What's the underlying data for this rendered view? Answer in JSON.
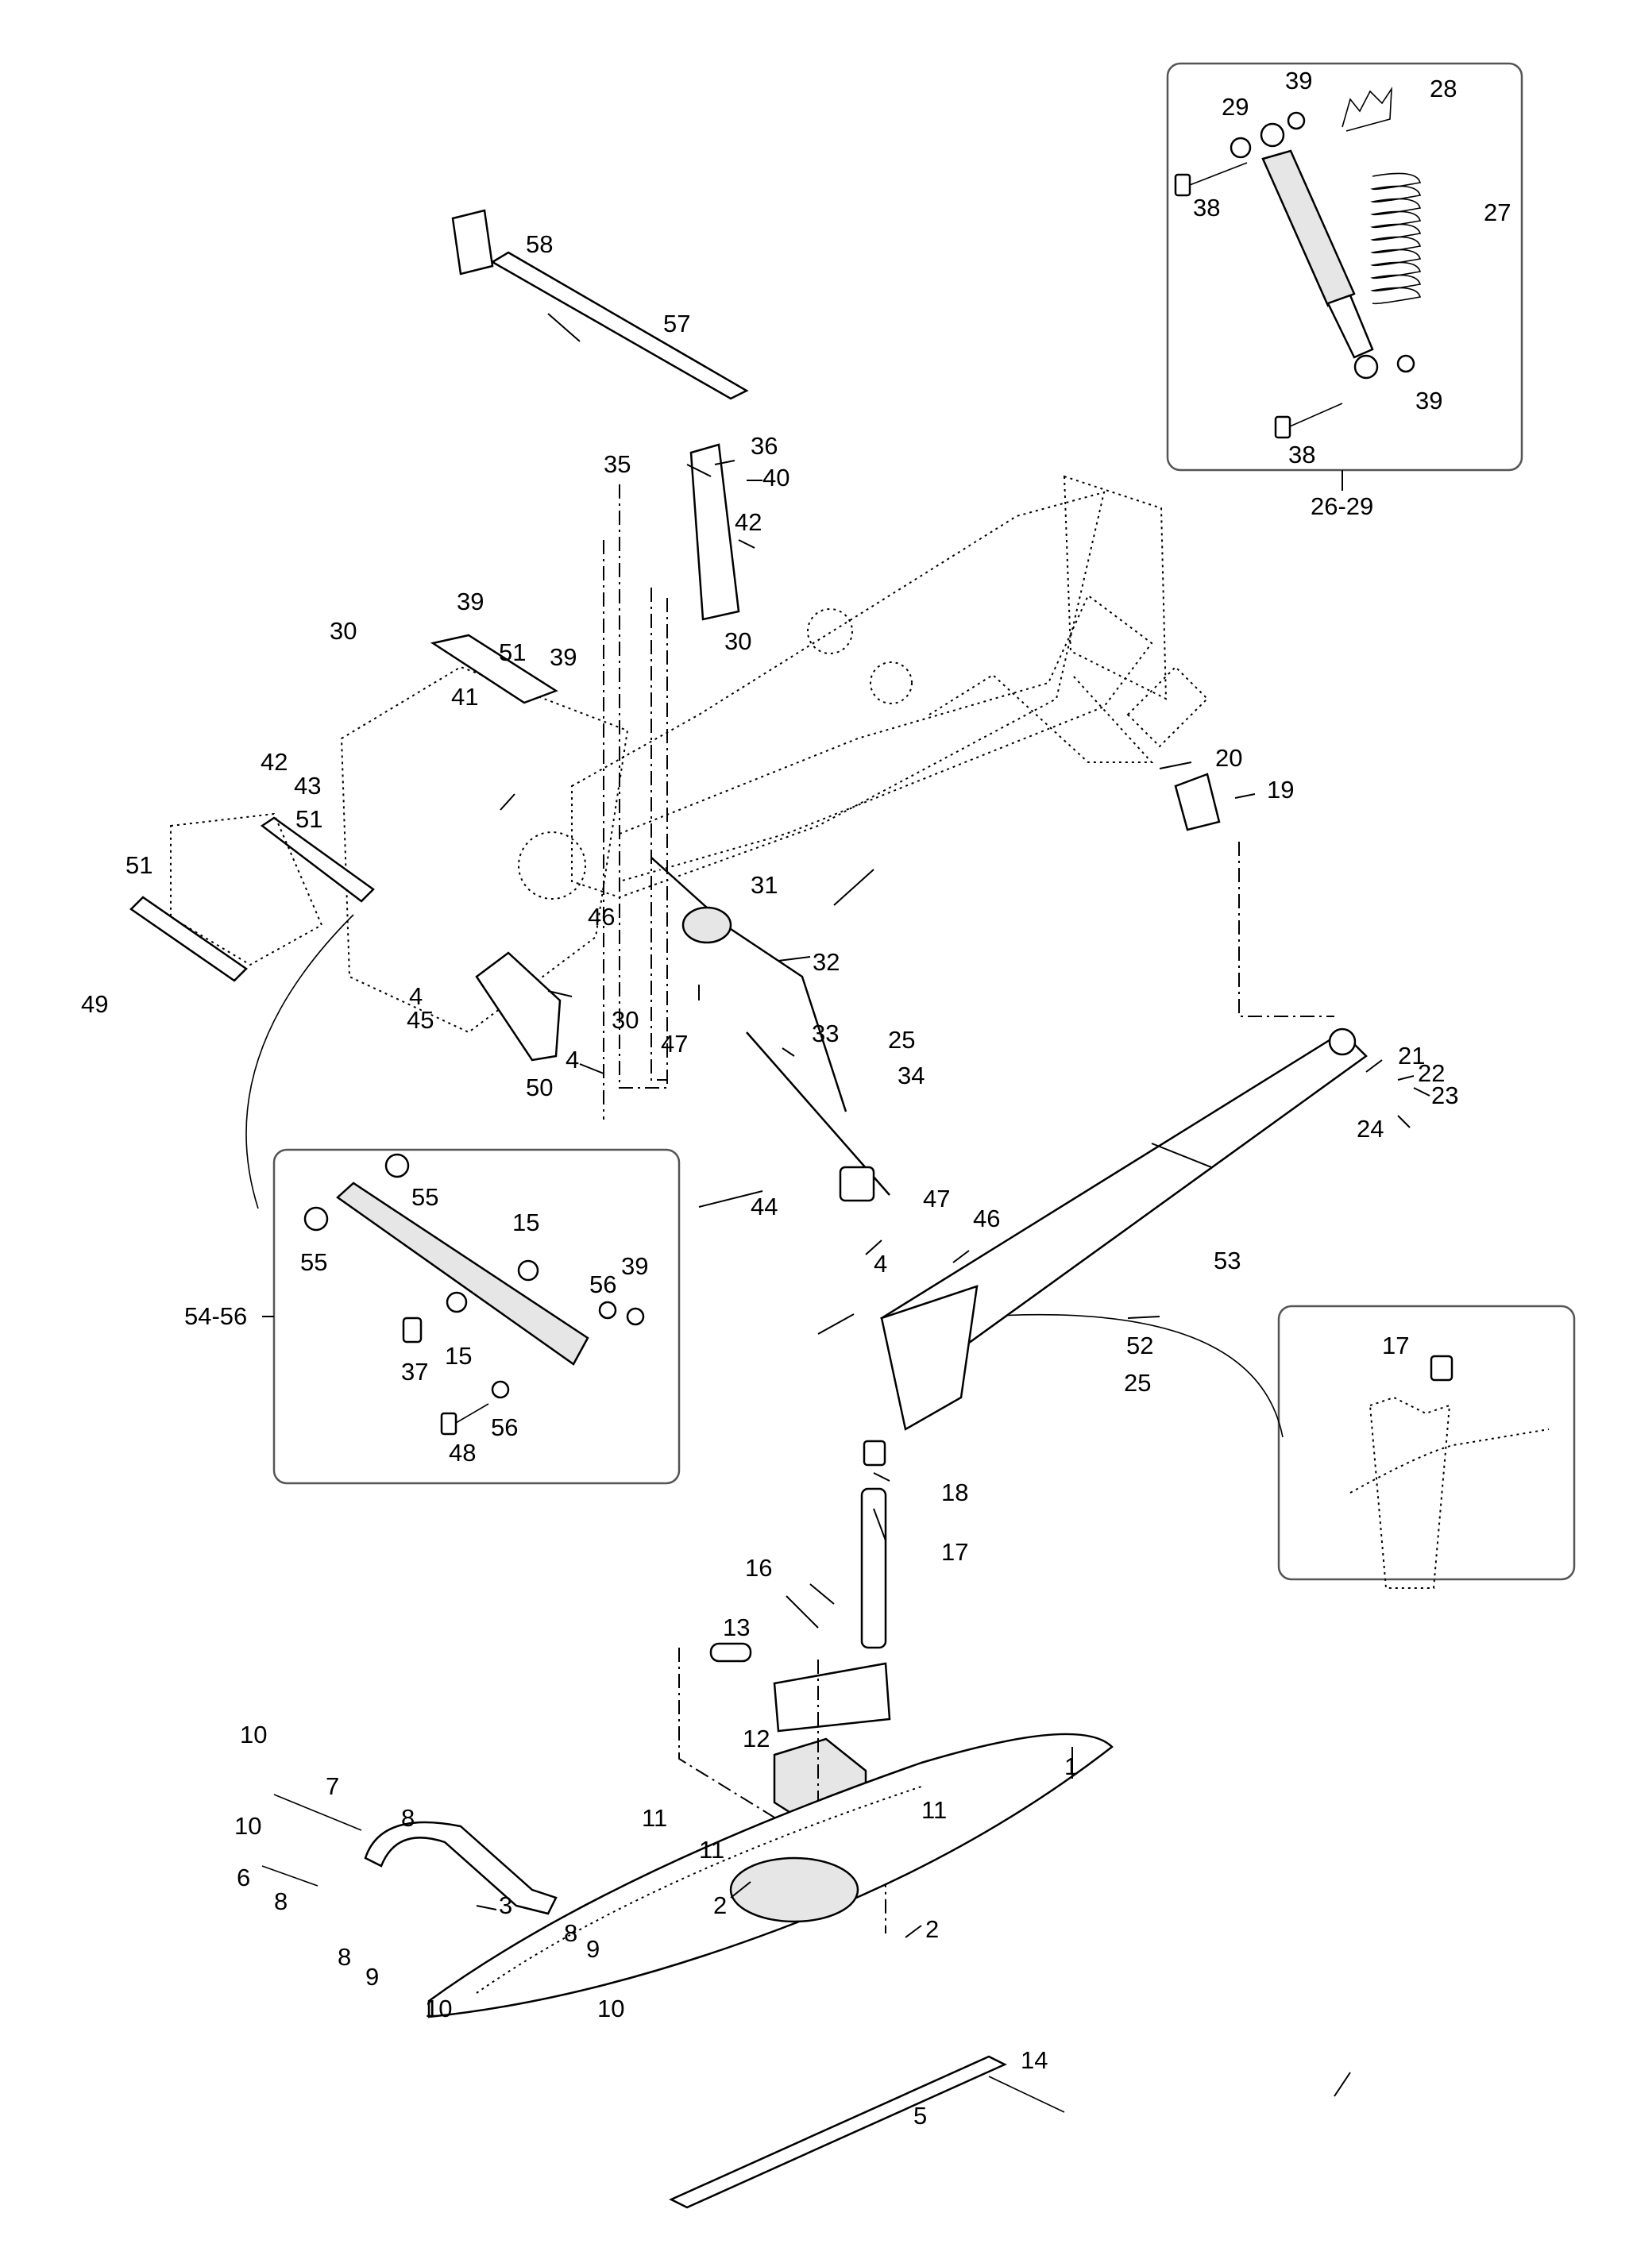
{
  "diagram": {
    "inset_shock_group": "26-29",
    "inset_link_group": "54-56"
  },
  "callouts": [
    {
      "id": "c1",
      "label": "1"
    },
    {
      "id": "c2a",
      "label": "2"
    },
    {
      "id": "c2b",
      "label": "2"
    },
    {
      "id": "c3",
      "label": "3"
    },
    {
      "id": "c4a",
      "label": "4"
    },
    {
      "id": "c4b",
      "label": "4"
    },
    {
      "id": "c4c",
      "label": "4"
    },
    {
      "id": "c5",
      "label": "5"
    },
    {
      "id": "c6",
      "label": "6"
    },
    {
      "id": "c7",
      "label": "7"
    },
    {
      "id": "c8a",
      "label": "8"
    },
    {
      "id": "c8b",
      "label": "8"
    },
    {
      "id": "c8c",
      "label": "8"
    },
    {
      "id": "c8d",
      "label": "8"
    },
    {
      "id": "c9a",
      "label": "9"
    },
    {
      "id": "c9b",
      "label": "9"
    },
    {
      "id": "c10a",
      "label": "10"
    },
    {
      "id": "c10b",
      "label": "10"
    },
    {
      "id": "c10c",
      "label": "10"
    },
    {
      "id": "c10d",
      "label": "10"
    },
    {
      "id": "c11a",
      "label": "11"
    },
    {
      "id": "c11b",
      "label": "11"
    },
    {
      "id": "c11c",
      "label": "11"
    },
    {
      "id": "c12",
      "label": "12"
    },
    {
      "id": "c13",
      "label": "13"
    },
    {
      "id": "c14",
      "label": "14"
    },
    {
      "id": "c15a",
      "label": "15"
    },
    {
      "id": "c15b",
      "label": "15"
    },
    {
      "id": "c16",
      "label": "16"
    },
    {
      "id": "c17a",
      "label": "17"
    },
    {
      "id": "c17b",
      "label": "17"
    },
    {
      "id": "c18",
      "label": "18"
    },
    {
      "id": "c19",
      "label": "19"
    },
    {
      "id": "c20",
      "label": "20"
    },
    {
      "id": "c21",
      "label": "21"
    },
    {
      "id": "c22",
      "label": "22"
    },
    {
      "id": "c23",
      "label": "23"
    },
    {
      "id": "c24",
      "label": "24"
    },
    {
      "id": "c25a",
      "label": "25"
    },
    {
      "id": "c25b",
      "label": "25"
    },
    {
      "id": "c27",
      "label": "27"
    },
    {
      "id": "c28",
      "label": "28"
    },
    {
      "id": "c29",
      "label": "29"
    },
    {
      "id": "c30a",
      "label": "30"
    },
    {
      "id": "c30b",
      "label": "30"
    },
    {
      "id": "c30c",
      "label": "30"
    },
    {
      "id": "c31",
      "label": "31"
    },
    {
      "id": "c32",
      "label": "32"
    },
    {
      "id": "c33",
      "label": "33"
    },
    {
      "id": "c34",
      "label": "34"
    },
    {
      "id": "c35",
      "label": "35"
    },
    {
      "id": "c36",
      "label": "36"
    },
    {
      "id": "c37",
      "label": "37"
    },
    {
      "id": "c38a",
      "label": "38"
    },
    {
      "id": "c38b",
      "label": "38"
    },
    {
      "id": "c39a",
      "label": "39"
    },
    {
      "id": "c39b",
      "label": "39"
    },
    {
      "id": "c39c",
      "label": "39"
    },
    {
      "id": "c39d",
      "label": "39"
    },
    {
      "id": "c39e",
      "label": "39"
    },
    {
      "id": "c40",
      "label": "40"
    },
    {
      "id": "c41",
      "label": "41"
    },
    {
      "id": "c42a",
      "label": "42"
    },
    {
      "id": "c42b",
      "label": "42"
    },
    {
      "id": "c43",
      "label": "43"
    },
    {
      "id": "c44",
      "label": "44"
    },
    {
      "id": "c45",
      "label": "45"
    },
    {
      "id": "c46a",
      "label": "46"
    },
    {
      "id": "c46b",
      "label": "46"
    },
    {
      "id": "c47a",
      "label": "47"
    },
    {
      "id": "c47b",
      "label": "47"
    },
    {
      "id": "c48",
      "label": "48"
    },
    {
      "id": "c49",
      "label": "49"
    },
    {
      "id": "c50",
      "label": "50"
    },
    {
      "id": "c51a",
      "label": "51"
    },
    {
      "id": "c51b",
      "label": "51"
    },
    {
      "id": "c51c",
      "label": "51"
    },
    {
      "id": "c52",
      "label": "52"
    },
    {
      "id": "c53",
      "label": "53"
    },
    {
      "id": "c55a",
      "label": "55"
    },
    {
      "id": "c55b",
      "label": "55"
    },
    {
      "id": "c56a",
      "label": "56"
    },
    {
      "id": "c56b",
      "label": "56"
    },
    {
      "id": "c57",
      "label": "57"
    },
    {
      "id": "c58",
      "label": "58"
    }
  ]
}
